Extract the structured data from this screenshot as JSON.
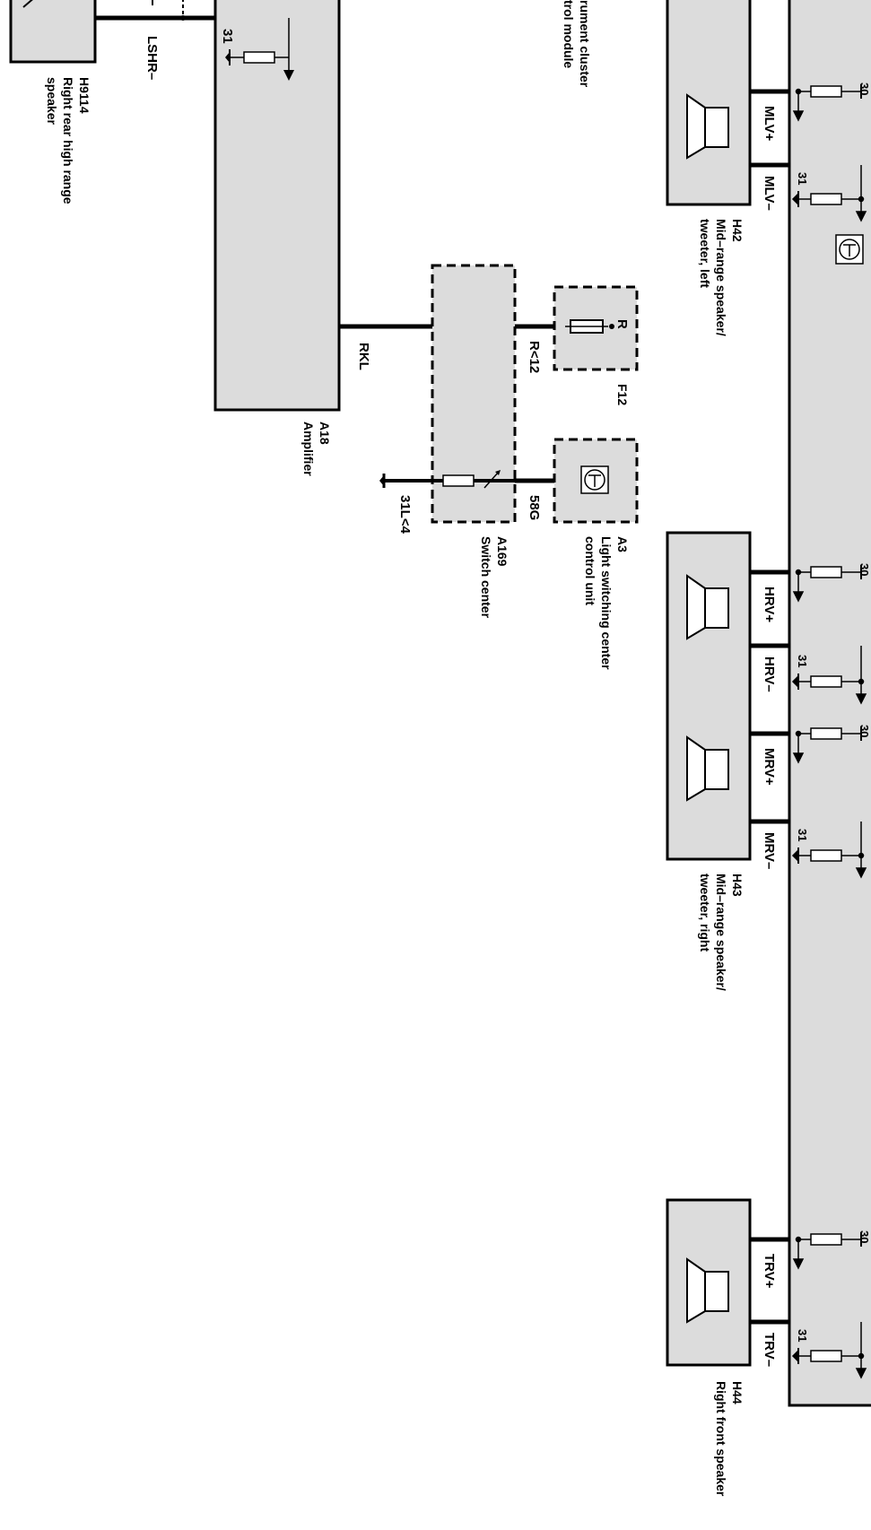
{
  "components": {
    "h9114": {
      "id": "H9114",
      "name_line1": "Right rear high range",
      "name_line2": "speaker"
    },
    "a18": {
      "id": "A18",
      "name": "Amplifier"
    },
    "a169": {
      "id": "A169",
      "name": "Switch center"
    },
    "f12": {
      "id": "F12"
    },
    "a3": {
      "id": "A3",
      "name_line1": "Light switching center",
      "name_line2": "control unit"
    },
    "h42": {
      "id": "H42",
      "name_line1": "Mid–range speaker/",
      "name_line2": "tweeter, left"
    },
    "h43": {
      "id": "H43",
      "name_line1": "Mid–range speaker/",
      "name_line2": "tweeter, right"
    },
    "h44": {
      "id": "H44",
      "name": "Right front speaker"
    },
    "cluster": {
      "line1": "rument cluster",
      "line2": "trol module"
    }
  },
  "pins": {
    "lshr": "LSHR–",
    "rkl": "RKL",
    "r12": "R<12",
    "r": "R",
    "g58": "58G",
    "l31_4": "31L<4",
    "mlv_plus": "MLV+",
    "mlv_minus": "MLV–",
    "hrv_plus": "HRV+",
    "hrv_minus": "HRV–",
    "mrv_plus": "MRV+",
    "mrv_minus": "MRV–",
    "trv_plus": "TRV+",
    "trv_minus": "TRV–",
    "n30": "30",
    "n31": "31"
  }
}
